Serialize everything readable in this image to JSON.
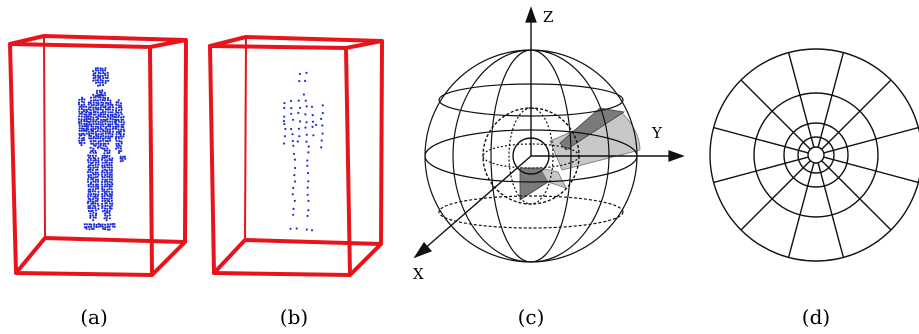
{
  "figure": {
    "panels": [
      {
        "id": "a",
        "caption": "(a)",
        "content": "dense point cloud of a standing person inside a bounding box"
      },
      {
        "id": "b",
        "caption": "(b)",
        "content": "sparse downsampled point cloud of the same person inside a bounding box"
      },
      {
        "id": "c",
        "caption": "(c)",
        "content": "spherical coordinate bins"
      },
      {
        "id": "d",
        "caption": "(d)",
        "content": "polar grid cross-section"
      }
    ],
    "axes": {
      "z": "Z",
      "y": "Y",
      "x": "X"
    },
    "colors": {
      "box": "#e8141b",
      "points": "#1f2fd6",
      "lines": "#111111",
      "shade_light": "#c8c8c8",
      "shade_dark": "#7a7a7a"
    }
  }
}
